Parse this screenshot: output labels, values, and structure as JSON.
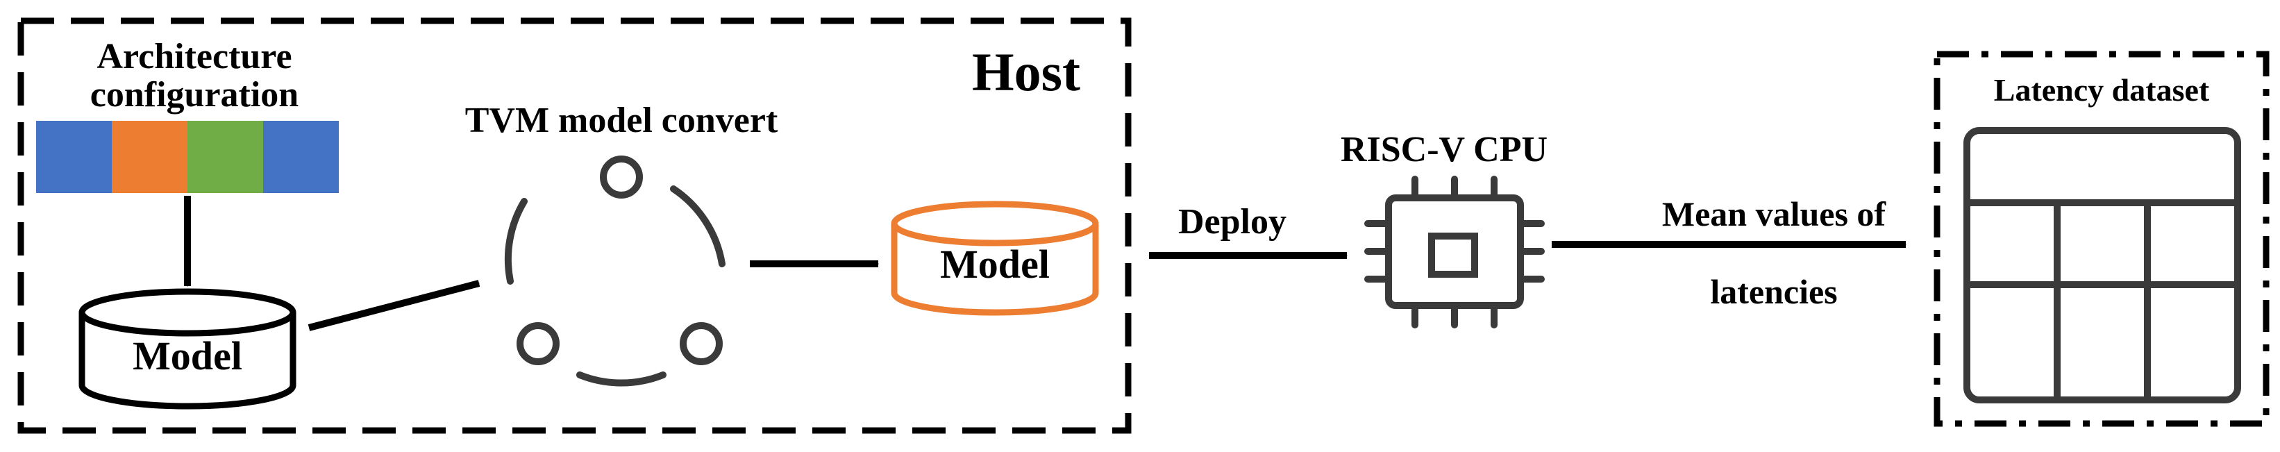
{
  "host": {
    "title": "Host"
  },
  "architecture": {
    "label_line1": "Architecture",
    "label_line2": "configuration",
    "segment_colors": [
      "#4472c4",
      "#ed7d31",
      "#70ad47",
      "#4472c4"
    ]
  },
  "model_left": {
    "label": "Model"
  },
  "tvm": {
    "label": "TVM model convert"
  },
  "model_right": {
    "label": "Model",
    "color": "#ed7d31"
  },
  "deploy": {
    "label": "Deploy"
  },
  "cpu": {
    "label": "RISC-V CPU"
  },
  "mean": {
    "label_line1": "Mean values of",
    "label_line2": "latencies"
  },
  "dataset": {
    "title": "Latency dataset"
  },
  "colors": {
    "stroke": "#000000",
    "icon_gray": "#3a3a3a",
    "accent_orange": "#ed7d31"
  }
}
